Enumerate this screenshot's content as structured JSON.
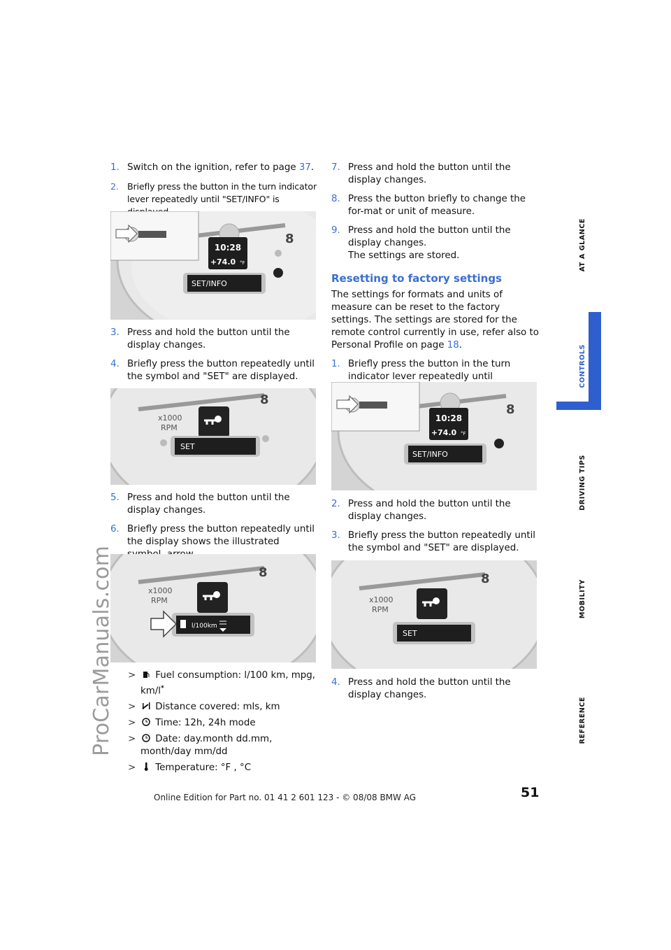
{
  "page_number": "51",
  "footer": "Online Edition for Part no. 01 41 2 601 123  - © 08/08 BMW AG",
  "watermark": "ProCarManuals.com",
  "side_tabs": {
    "at_a_glance": "AT A GLANCE",
    "controls": "CONTROLS",
    "driving_tips": "DRIVING TIPS",
    "mobility": "MOBILITY",
    "reference": "REFERENCE"
  },
  "colors": {
    "accent": "#3a6fd0",
    "tab": "#2f5fcf"
  },
  "left": {
    "step1_num": "1.",
    "step1_a": "Switch on the ignition, refer to page ",
    "step1_link": "37",
    "step1_b": ".",
    "step2_num": "2.",
    "step2": "Briefly press the button in the turn indicator lever repeatedly until \"SET/INFO\" is displayed.",
    "step3_num": "3.",
    "step3": "Press and hold the button until the display changes.",
    "step4_num": "4.",
    "step4": "Briefly press the button repeatedly until the symbol and \"SET\" are displayed.",
    "step5_num": "5.",
    "step5": "Press and hold the button until the display changes.",
    "step6_num": "6.",
    "step6": "Briefly press the button repeatedly until the display shows the illustrated symbol, arrow.",
    "bullets": [
      {
        "icon": "fuel-pump-icon",
        "text_a": "Fuel consumption: l/100 km, mpg,",
        "text_b": "km/l"
      },
      {
        "icon": "distance-icon",
        "text_a": "Distance covered: mls, km"
      },
      {
        "icon": "clock-icon",
        "text_a": "Time: 12h, 24h mode"
      },
      {
        "icon": "calendar-icon",
        "text_a": "Date: day.month dd.mm,",
        "text_b": "month/day mm/dd"
      },
      {
        "icon": "thermometer-icon",
        "text_a": "Temperature: °F , °C"
      }
    ],
    "bullet_marker": ">",
    "star": "*"
  },
  "right": {
    "step7_num": "7.",
    "step7": "Press and hold the button until the display changes.",
    "step8_num": "8.",
    "step8": "Press the button briefly to change the for-mat or unit of measure.",
    "step9_num": "9.",
    "step9a": "Press and hold the button until the display changes.",
    "step9b": "The settings are stored.",
    "heading": "Resetting to factory settings",
    "para_a": "The settings for formats and units of measure can be reset to the factory settings. The settings are stored for the remote control currently in use, refer also to Personal Profile on page ",
    "para_link": "18",
    "para_b": ".",
    "r1_num": "1.",
    "r1": "Briefly press the button in the turn indicator lever repeatedly until \"SET/INFO\" is dis-played.",
    "r2_num": "2.",
    "r2": "Press and hold the button until the display changes.",
    "r3_num": "3.",
    "r3": "Briefly press the button repeatedly until the symbol and \"SET\" are displayed.",
    "r4_num": "4.",
    "r4": "Press and hold the button until the display changes."
  },
  "displays": {
    "time": "10:28",
    "temp": "+74.0",
    "temp_unit": "°F",
    "setinfo": "SET/INFO",
    "set": "SET",
    "fuel_unit": "l/100km",
    "rpm_a": "x1000",
    "rpm_b": "RPM",
    "tick_8": "8"
  }
}
